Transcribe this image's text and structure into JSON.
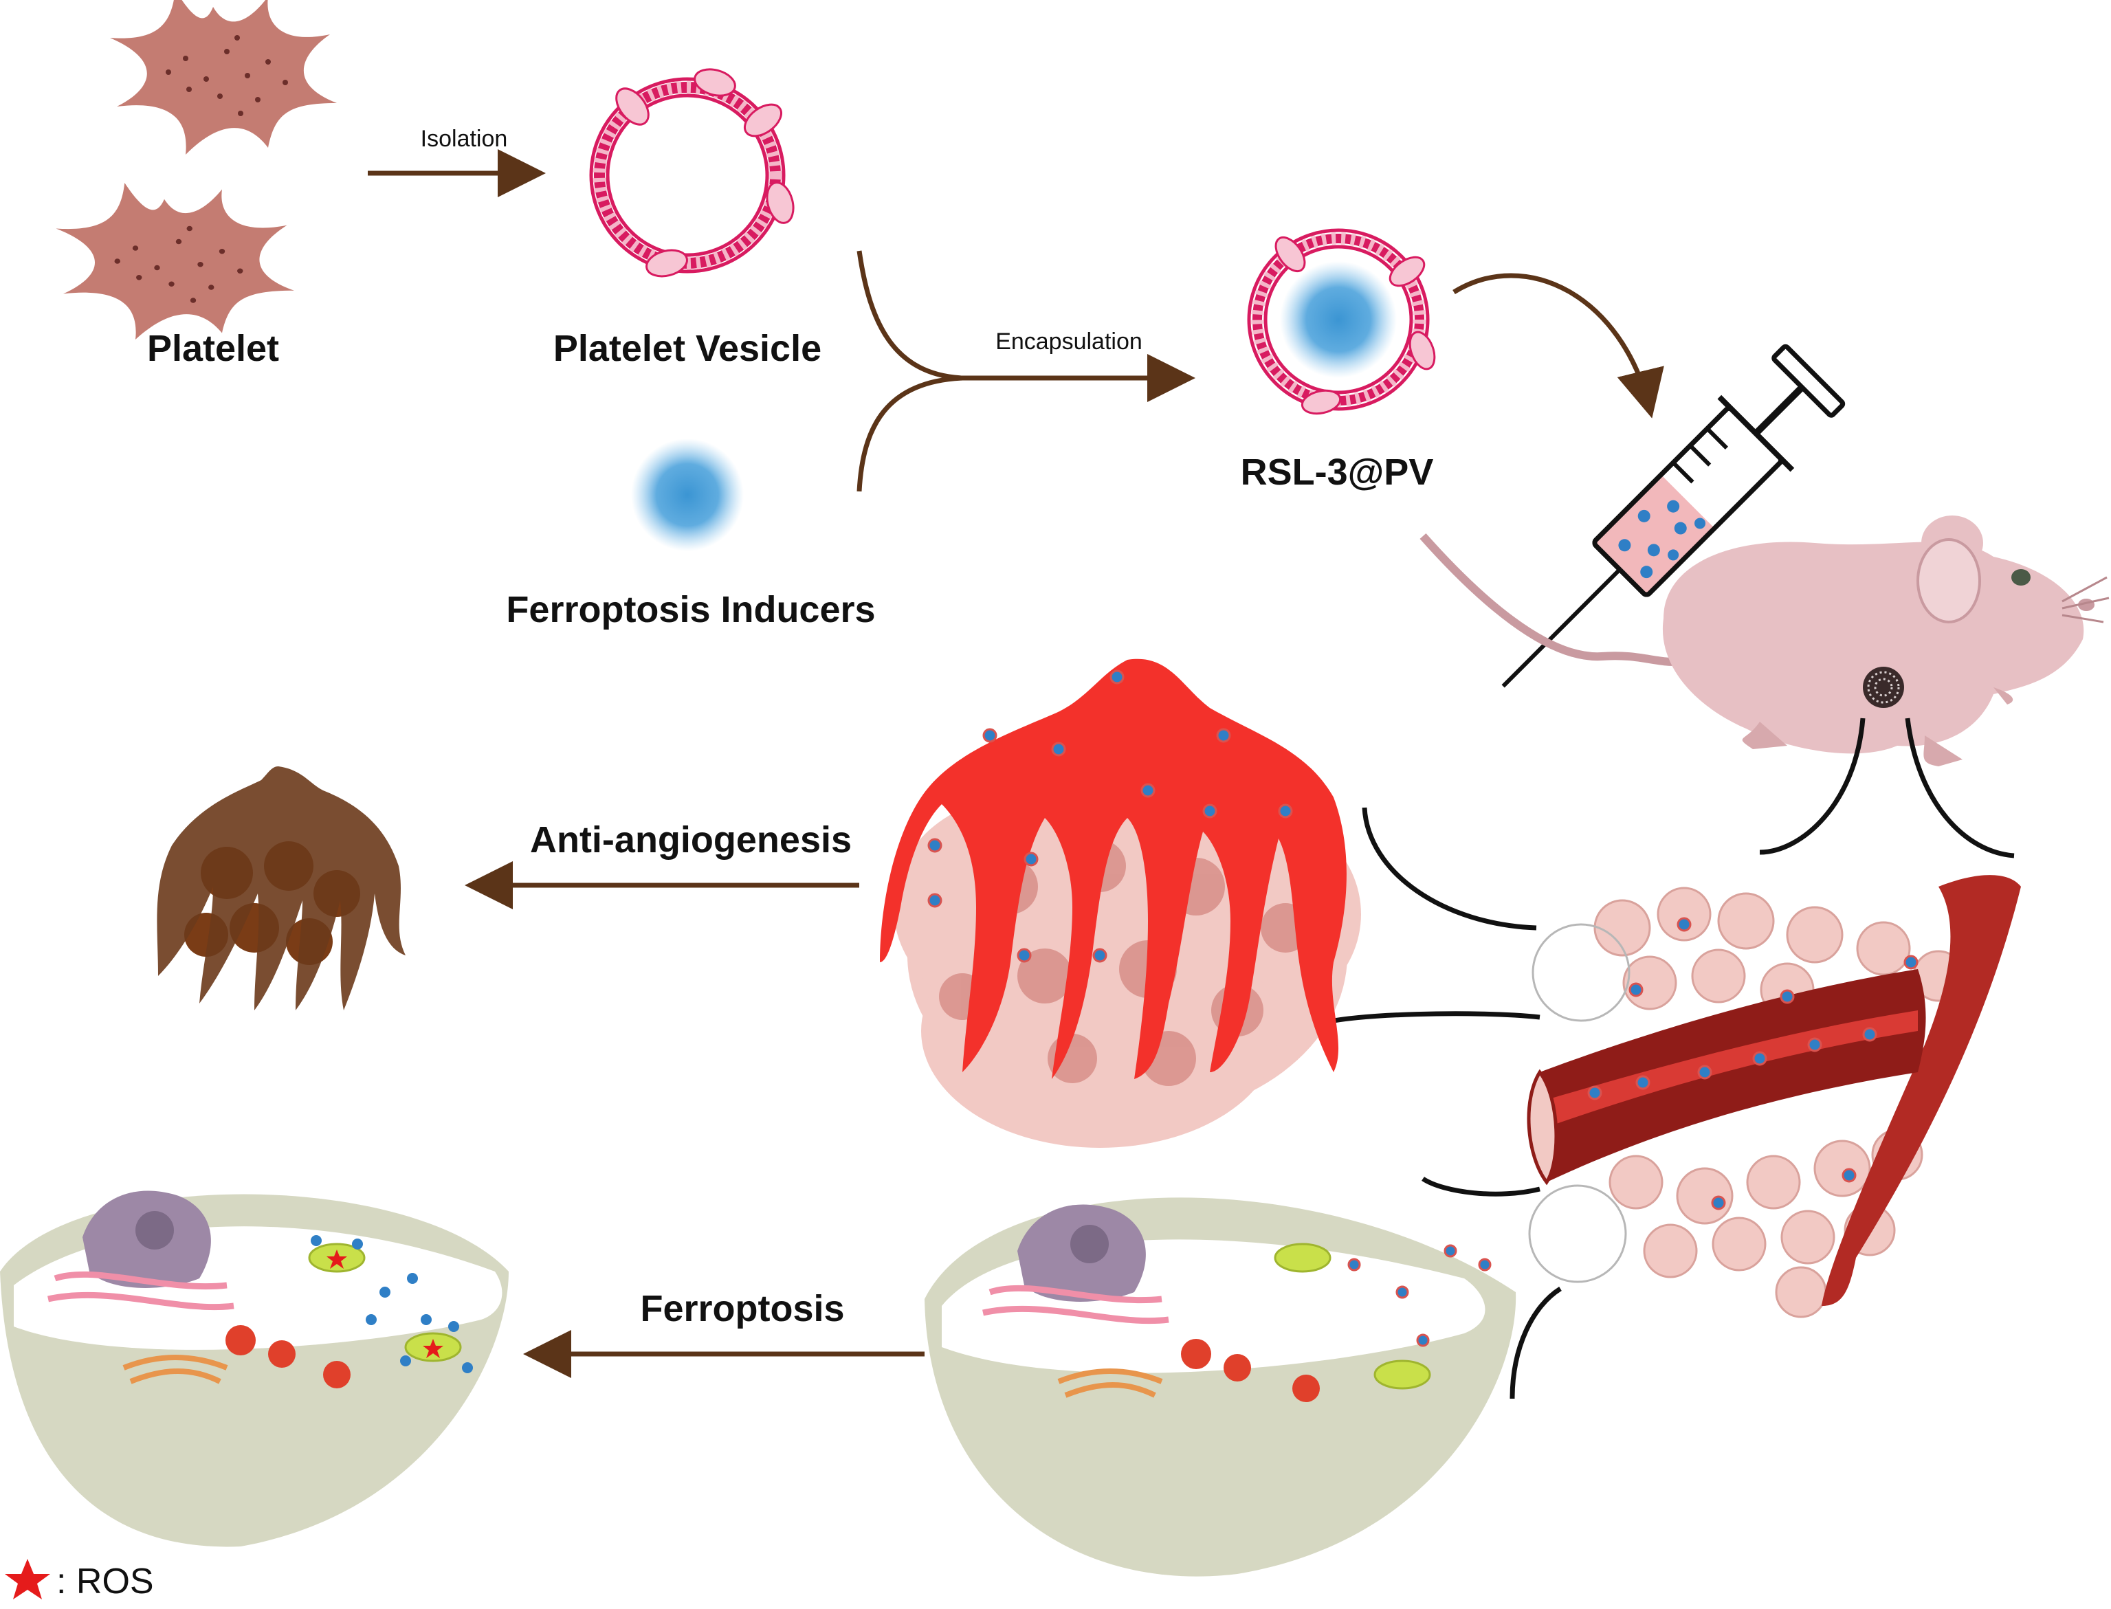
{
  "labels": {
    "platelet": "Platelet",
    "platelet_vesicle": "Platelet Vesicle",
    "ferroptosis_inducers": "Ferroptosis Inducers",
    "rsl3_pv": "RSL-3@PV",
    "isolation": "Isolation",
    "encapsulation": "Encapsulation",
    "anti_angiogenesis": "Anti-angiogenesis",
    "ferroptosis": "Ferroptosis"
  },
  "legend": {
    "symbol_name": "star-icon",
    "text": ": ROS"
  },
  "colors": {
    "arrow": "#5b3418",
    "platelet": "#c47c72",
    "platelet_dots": "#6b2e2a",
    "membrane": "#d81b60",
    "membrane_light": "#f7c6d4",
    "drug": "#3b95d3",
    "vessel": "#f3312b",
    "vessel_dark": "#a8201d",
    "vessel_treated": "#6b3a1b",
    "tumor_cell": "#f2c9c4",
    "tumor_nucleus": "#d88f89",
    "mouse": "#e7c0c4",
    "cell_shell": "#d6d8c2",
    "cell_body": "#ffffff",
    "nucleus": "#9d88a6",
    "er": "#f08fa8",
    "golgi": "#e8954c",
    "lysosome": "#e0402b",
    "mito": "#c9e04a",
    "ros": "#e51b1b"
  }
}
